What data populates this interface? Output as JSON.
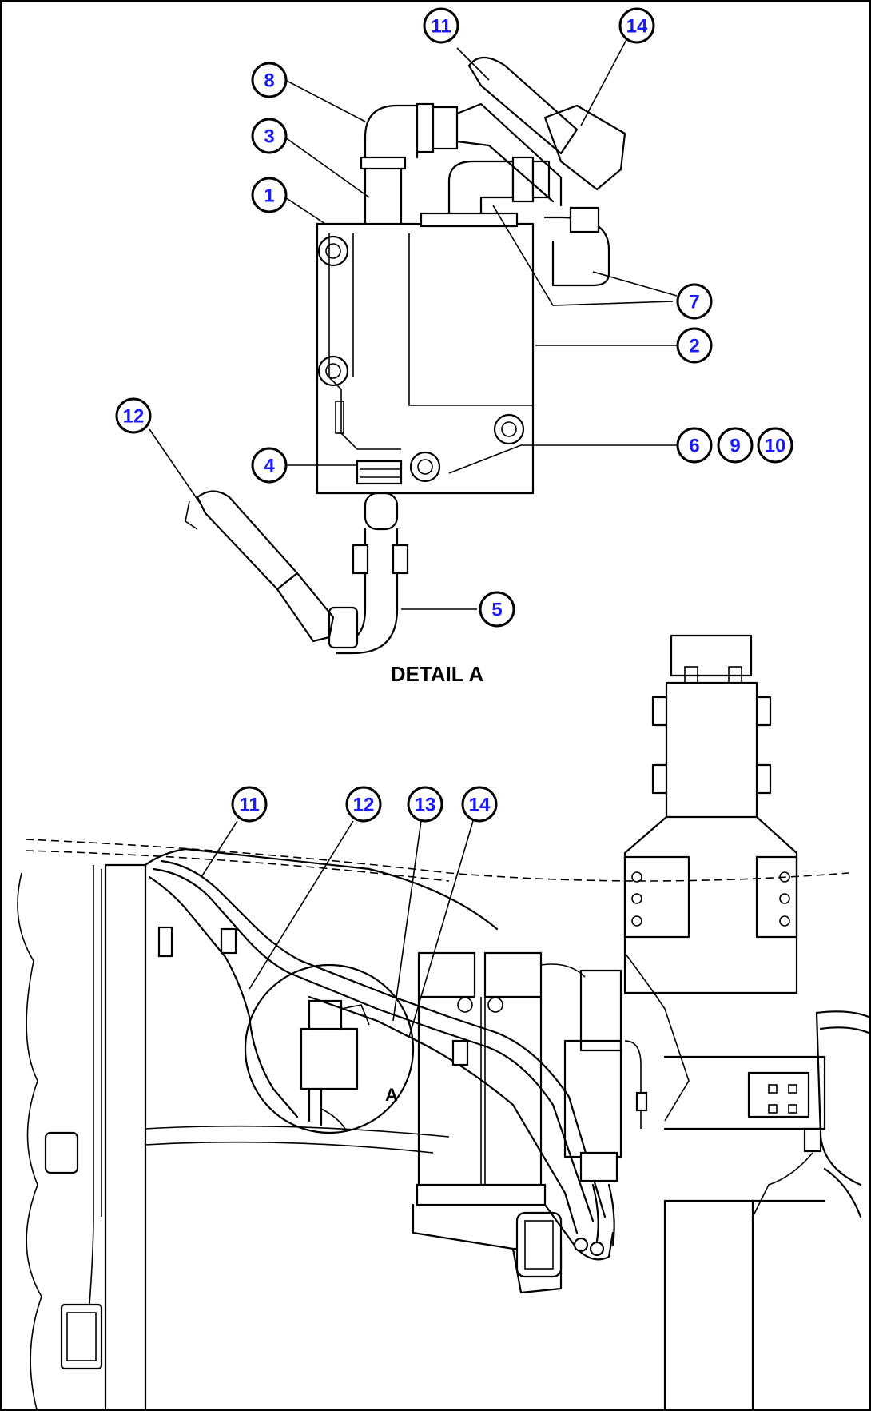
{
  "caption": "DETAIL A",
  "detail_marker": "A",
  "colors": {
    "callout_text": "#1a1aff",
    "line": "#000000"
  },
  "detail_callouts": [
    {
      "label": "11"
    },
    {
      "label": "14"
    },
    {
      "label": "8"
    },
    {
      "label": "3"
    },
    {
      "label": "1"
    },
    {
      "label": "7"
    },
    {
      "label": "2"
    },
    {
      "label": "12"
    },
    {
      "label": "4"
    },
    {
      "label": "6"
    },
    {
      "label": "9"
    },
    {
      "label": "10"
    },
    {
      "label": "5"
    }
  ],
  "overview_callouts": [
    {
      "label": "11"
    },
    {
      "label": "12"
    },
    {
      "label": "13"
    },
    {
      "label": "14"
    }
  ]
}
